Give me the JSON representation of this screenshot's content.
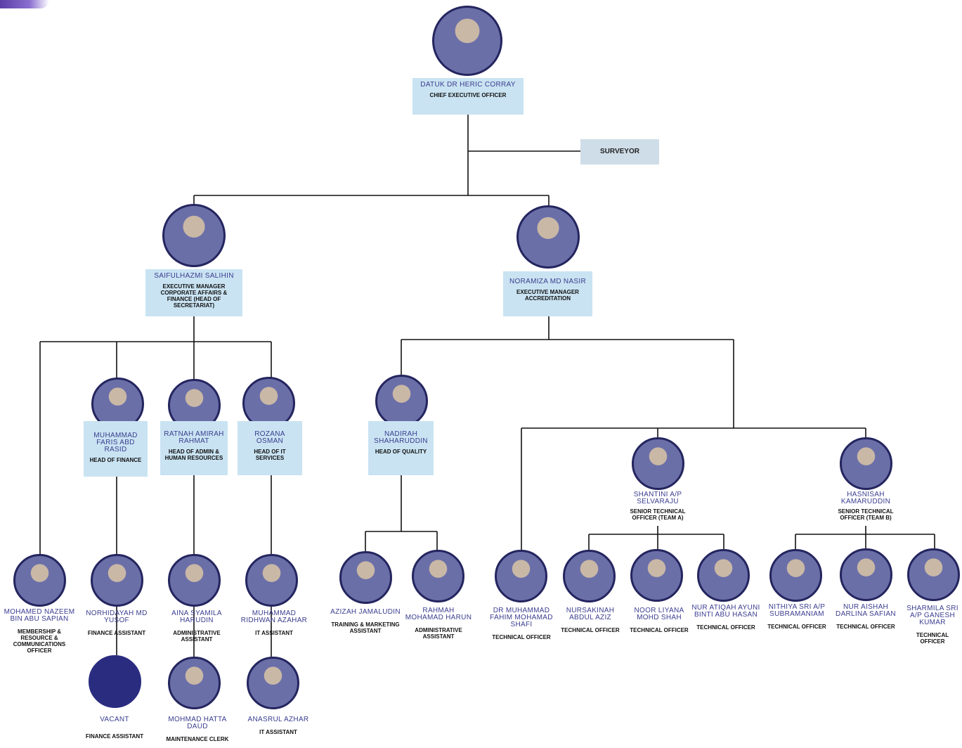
{
  "ceo": {
    "name": "DATUK DR HERIC CORRAY",
    "role": "CHIEF EXECUTIVE OFFICER"
  },
  "surveyor": "SURVEYOR",
  "em_corporate": {
    "name": "SAIFULHAZMI SALIHIN",
    "role": "EXECUTIVE MANAGER CORPORATE AFFAIRS & FINANCE (HEAD OF SECRETARIAT)"
  },
  "em_accreditation": {
    "name": "NORAMIZA MD NASIR",
    "role": "EXECUTIVE MANAGER ACCREDITATION"
  },
  "head_finance": {
    "name": "MUHAMMAD FARIS ABD RASID",
    "role": "HEAD OF FINANCE"
  },
  "head_admin": {
    "name": "RATNAH AMIRAH RAHMAT",
    "role": "HEAD OF ADMIN & HUMAN RESOURCES"
  },
  "head_it": {
    "name": "ROZANA OSMAN",
    "role": "HEAD OF IT SERVICES"
  },
  "head_quality": {
    "name": "NADIRAH SHAHARUDDIN",
    "role": "HEAD OF QUALITY"
  },
  "sto_a": {
    "name": "SHANTINI A/P SELVARAJU",
    "role": "SENIOR TECHNICAL OFFICER (TEAM A)"
  },
  "sto_b": {
    "name": "HASNISAH KAMARUDDIN",
    "role": "SENIOR TECHNICAL OFFICER (TEAM B)"
  },
  "staff": {
    "nazeem": {
      "name": "MOHAMED NAZEEM BIN ABU SAPIAN",
      "role": "MEMBERSHIP & RESOURCE & COMMUNICATIONS OFFICER"
    },
    "norhidayah": {
      "name": "NORHIDAYAH MD YUSOF",
      "role": "FINANCE ASSISTANT"
    },
    "vacant": {
      "name": "VACANT",
      "role": "FINANCE ASSISTANT"
    },
    "aina": {
      "name": "AINA SYAMILA HARUDIN",
      "role": "ADMINISTRATIVE ASSISTANT"
    },
    "hatta": {
      "name": "MOHMAD HATTA DAUD",
      "role": "MAINTENANCE CLERK"
    },
    "ridhwan": {
      "name": "MUHAMMAD RIDHWAN AZAHAR",
      "role": "IT ASSISTANT"
    },
    "anasrul": {
      "name": "ANASRUL AZHAR",
      "role": "IT ASSISTANT"
    },
    "azizah": {
      "name": "AZIZAH JAMALUDIN",
      "role": "TRAINING & MARKETING ASSISTANT"
    },
    "rahmah": {
      "name": "RAHMAH MOHAMAD HARUN",
      "role": "ADMINISTRATIVE ASSISTANT"
    },
    "fahim": {
      "name": "DR MUHAMMAD FAHIM MOHAMAD SHAFI",
      "role": "TECHNICAL OFFICER"
    },
    "nursakinah": {
      "name": "NURSAKINAH ABDUL AZIZ",
      "role": "TECHNICAL OFFICER"
    },
    "noorliyana": {
      "name": "NOOR LIYANA MOHD SHAH",
      "role": "TECHNICAL OFFICER"
    },
    "atiqah": {
      "name": "NUR ATIQAH AYUNI BINTI ABU HASAN",
      "role": "TECHNICAL OFFICER"
    },
    "nithiya": {
      "name": "NITHIYA SRI A/P SUBRAMANIAM",
      "role": "TECHNICAL OFFICER"
    },
    "aishah": {
      "name": "NUR AISHAH DARLINA SAFIAN",
      "role": "TECHNICAL OFFICER"
    },
    "sharmila": {
      "name": "SHARMILA SRI A/P GANESH KUMAR",
      "role": "TECHNICAL OFFICER"
    }
  }
}
